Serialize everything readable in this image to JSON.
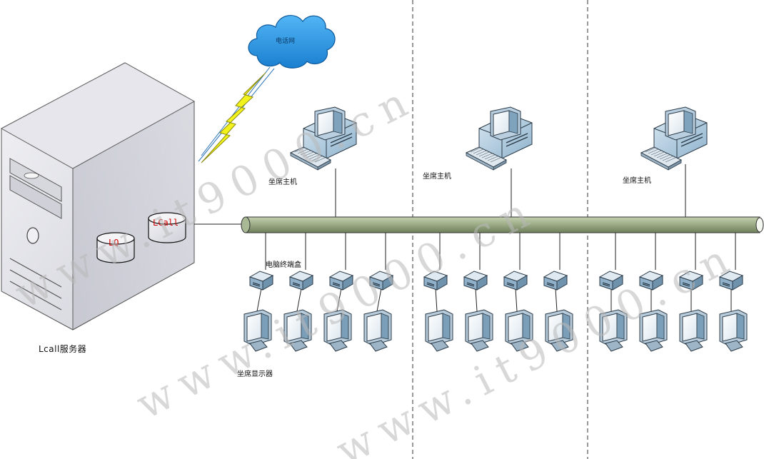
{
  "server": {
    "label": "Lcall服务器",
    "db_left": "LQ",
    "db_right": "LCall"
  },
  "cloud": {
    "label": "电话网"
  },
  "workstations": {
    "host_label": "坐席主机",
    "terminal_box_label": "电脑终端盒",
    "monitor_label": "坐席显示器"
  },
  "watermark": {
    "text": "www.it9000.cn"
  },
  "colors": {
    "cloud": "#1e90e0",
    "bus": "#9aaa84",
    "lightning": "#f0f020",
    "db_text": "#d10000"
  },
  "icons": [
    "server-tower-icon",
    "database-icon",
    "cloud-icon",
    "lightning-icon",
    "desktop-computer-icon",
    "terminal-box-icon",
    "monitor-icon"
  ]
}
